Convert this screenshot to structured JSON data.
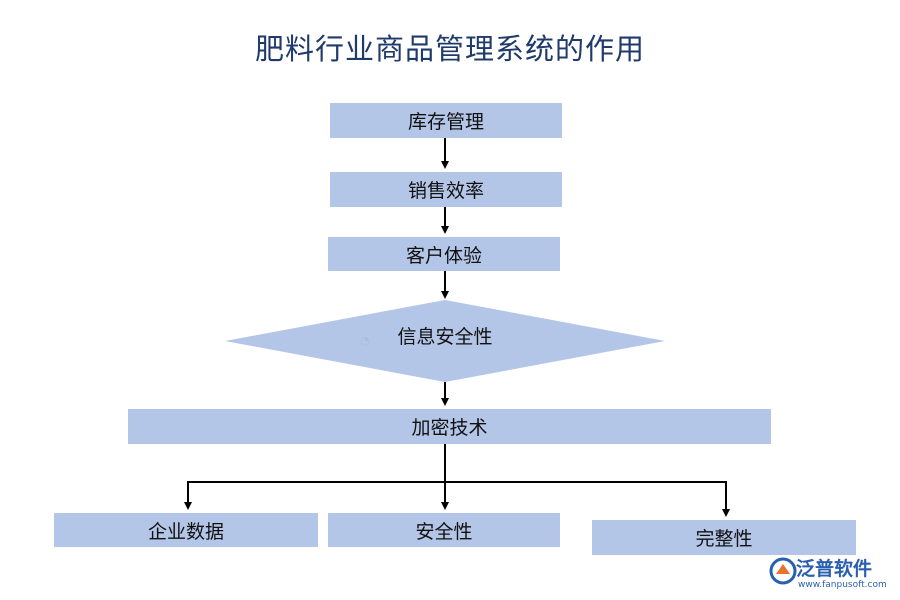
{
  "title": "肥料行业商品管理系统的作用",
  "nodes": {
    "inventory": "库存管理",
    "sales": "销售效率",
    "customer": "客户体验",
    "info_security": "信息安全性",
    "encryption": "加密技术",
    "enterprise_data": "企业数据",
    "safety": "安全性",
    "integrity": "完整性"
  },
  "colors": {
    "box_fill": "#b4c6e7",
    "title": "#1f3a6b",
    "connector": "#000000",
    "logo": "#2a5fb0"
  },
  "logo": {
    "name": "泛普软件",
    "url": "www.fanpusoft.com"
  }
}
